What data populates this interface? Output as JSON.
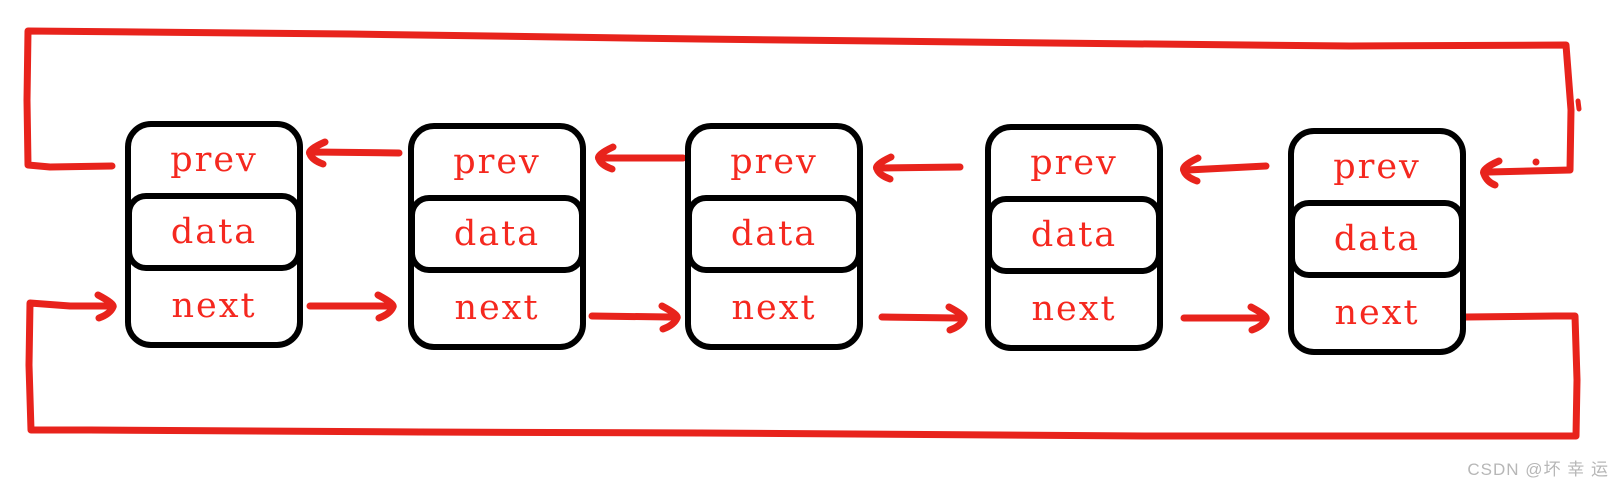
{
  "diagram": {
    "nodes": [
      {
        "prev_label": "prev",
        "data_label": "data",
        "next_label": "next"
      },
      {
        "prev_label": "prev",
        "data_label": "data",
        "next_label": "next"
      },
      {
        "prev_label": "prev",
        "data_label": "data",
        "next_label": "next"
      },
      {
        "prev_label": "prev",
        "data_label": "data",
        "next_label": "next"
      },
      {
        "prev_label": "prev",
        "data_label": "data",
        "next_label": "next"
      }
    ]
  },
  "watermark": {
    "text": "CSDN @坏 幸 运"
  },
  "colors": {
    "ink_red": "#e8231c",
    "label_red": "#f5281f",
    "box_black": "#000000",
    "watermark_gray": "#b7b7b7",
    "background": "#ffffff"
  }
}
